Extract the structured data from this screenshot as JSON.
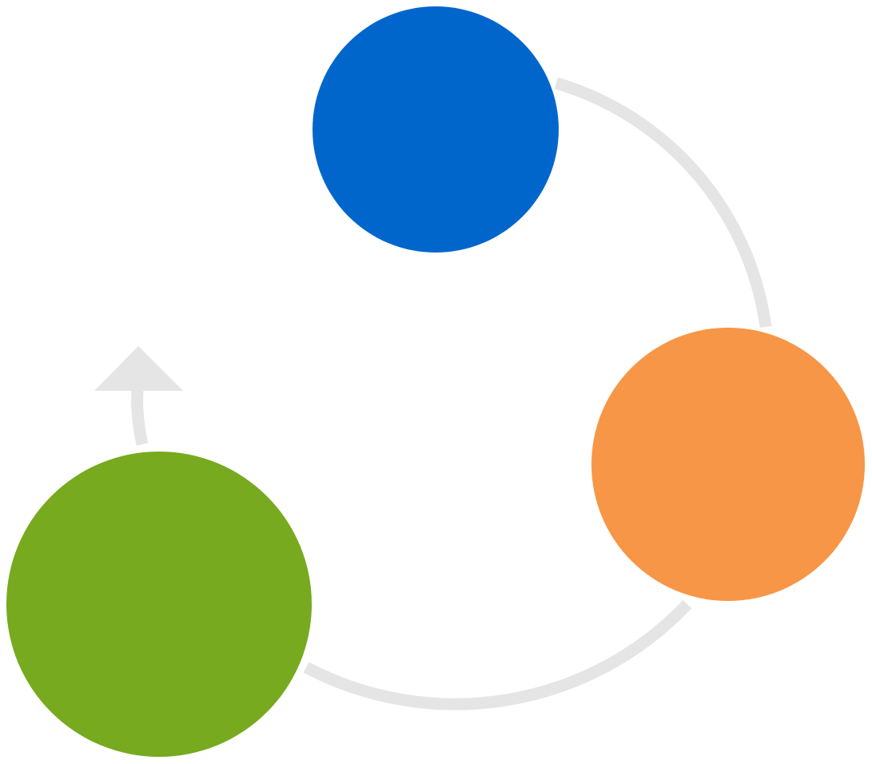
{
  "diagram": {
    "type": "cycle",
    "node_count": 3,
    "nodes": [
      {
        "id": "top",
        "color": "#0066CC"
      },
      {
        "id": "right",
        "color": "#F79646"
      },
      {
        "id": "bottom-left",
        "color": "#77AA1F"
      }
    ],
    "connectors": [
      {
        "from": "top",
        "to": "right",
        "color": "#E5E5E5"
      },
      {
        "from": "right",
        "to": "bottom-left",
        "color": "#E5E5E5"
      },
      {
        "from": "bottom-left",
        "to": "top",
        "color": "#E5E5E5",
        "arrowhead": true
      }
    ],
    "direction": "clockwise"
  }
}
